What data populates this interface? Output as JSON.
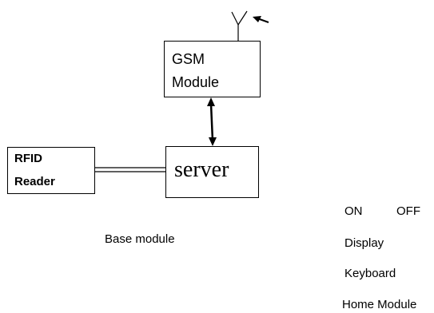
{
  "diagram": {
    "gsm_module": {
      "line1": "GSM",
      "line2": "Module"
    },
    "server": {
      "label": "server"
    },
    "rfid_reader": {
      "line1": "RFID",
      "line2": "Reader"
    },
    "base_module_label": "Base module",
    "home_module": {
      "on_label": "ON",
      "off_label": "OFF",
      "display_label": "Display",
      "keyboard_label": "Keyboard",
      "title": "Home Module"
    },
    "icons": [
      "antenna-icon",
      "signal-arrow-icon"
    ]
  }
}
